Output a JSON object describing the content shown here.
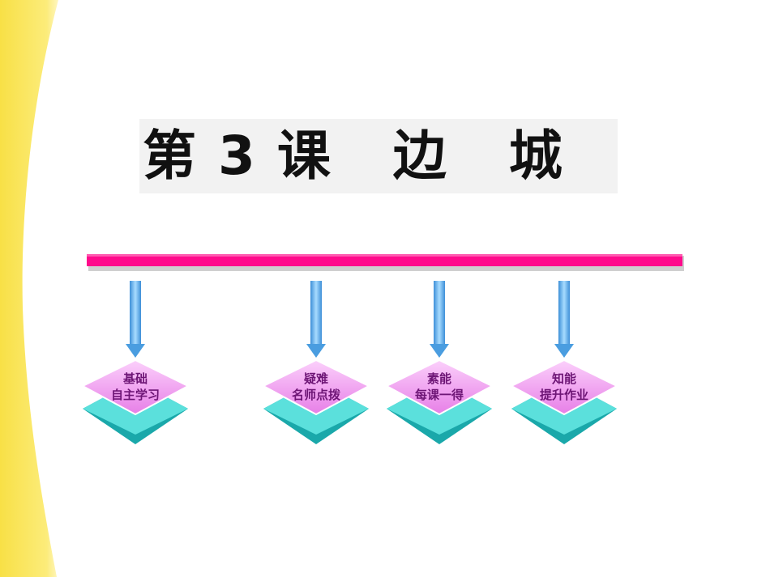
{
  "title": {
    "text": "第 3 课   边   城"
  },
  "nodes": [
    {
      "line1": "基础",
      "line2": "自主学习"
    },
    {
      "line1": "疑难",
      "line2": "名师点拨"
    },
    {
      "line1": "素能",
      "line2": "每课一得"
    },
    {
      "line1": "知能",
      "line2": "提升作业"
    }
  ],
  "colors": {
    "side_band": "#fbe766",
    "title_background": "#f2f2f2",
    "bar": "#ff0a8c",
    "arrow": "#6ab8f0",
    "diamond_top": "#f2a8f2",
    "diamond_base": "#3fcfcf",
    "label": "#6e1676"
  }
}
